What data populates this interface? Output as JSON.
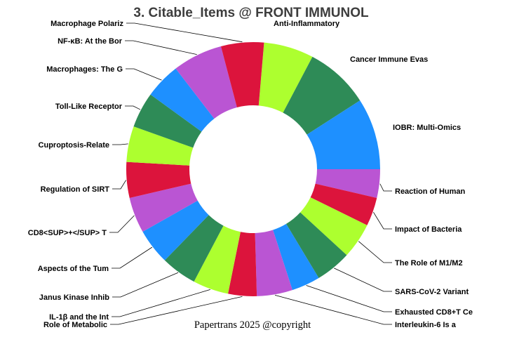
{
  "title": "3. Citable_Items @ FRONT IMMUNOL",
  "footer": "Papertrans 2025 @copyright",
  "chart_data": {
    "type": "pie",
    "subtype": "donut",
    "title": "3. Citable_Items @ FRONT IMMUNOL",
    "legend": "none",
    "values_are_estimated_from_angles": true,
    "total_value": 110,
    "palette_cycle": [
      "#ADFF2F",
      "#2E8B57",
      "#1E90FF",
      "#BA55D3",
      "#DC143C"
    ],
    "start_boundary_deg_clockwise_from_top": 4.91,
    "segments": [
      {
        "label": "Anti-Inflammatory",
        "value": 7,
        "color": "#ADFF2F"
      },
      {
        "label": "Cancer Immune Evas",
        "value": 9,
        "color": "#2E8B57"
      },
      {
        "label": "IOBR: Multi-Omics",
        "value": 10,
        "color": "#1E90FF"
      },
      {
        "label": "Reaction of Human",
        "value": 4,
        "color": "#BA55D3"
      },
      {
        "label": "Impact of Bacteria",
        "value": 4,
        "color": "#DC143C"
      },
      {
        "label": "The Role of M1/M2",
        "value": 5,
        "color": "#ADFF2F"
      },
      {
        "label": "SARS-CoV-2 Variant",
        "value": 5,
        "color": "#2E8B57"
      },
      {
        "label": "Exhausted CD8+T Ce",
        "value": 4,
        "color": "#1E90FF"
      },
      {
        "label": "Interleukin-6 Is a",
        "value": 5,
        "color": "#BA55D3"
      },
      {
        "label": "Role of Metabolic",
        "value": 4,
        "color": "#DC143C"
      },
      {
        "label": "IL-1β and the Int",
        "value": 5,
        "color": "#ADFF2F"
      },
      {
        "label": "Janus Kinase Inhib",
        "value": 5,
        "color": "#2E8B57"
      },
      {
        "label": "Aspects of the Tum",
        "value": 5,
        "color": "#1E90FF"
      },
      {
        "label": "CD8<SUP>+</SUP> T",
        "value": 5,
        "color": "#BA55D3"
      },
      {
        "label": "Regulation of SIRT",
        "value": 5,
        "color": "#DC143C"
      },
      {
        "label": "Cuproptosis-Relate",
        "value": 5,
        "color": "#ADFF2F"
      },
      {
        "label": "Toll-Like Receptor",
        "value": 5,
        "color": "#2E8B57"
      },
      {
        "label": "Macrophages: The G",
        "value": 5,
        "color": "#1E90FF"
      },
      {
        "label": "NF-κB: At the Bor",
        "value": 7,
        "color": "#BA55D3"
      },
      {
        "label": "Macrophage Polariz",
        "value": 6,
        "color": "#DC143C"
      }
    ],
    "title_color": "#3d3d3d",
    "label_color": "#000000",
    "leader_line_color": "#000000"
  }
}
